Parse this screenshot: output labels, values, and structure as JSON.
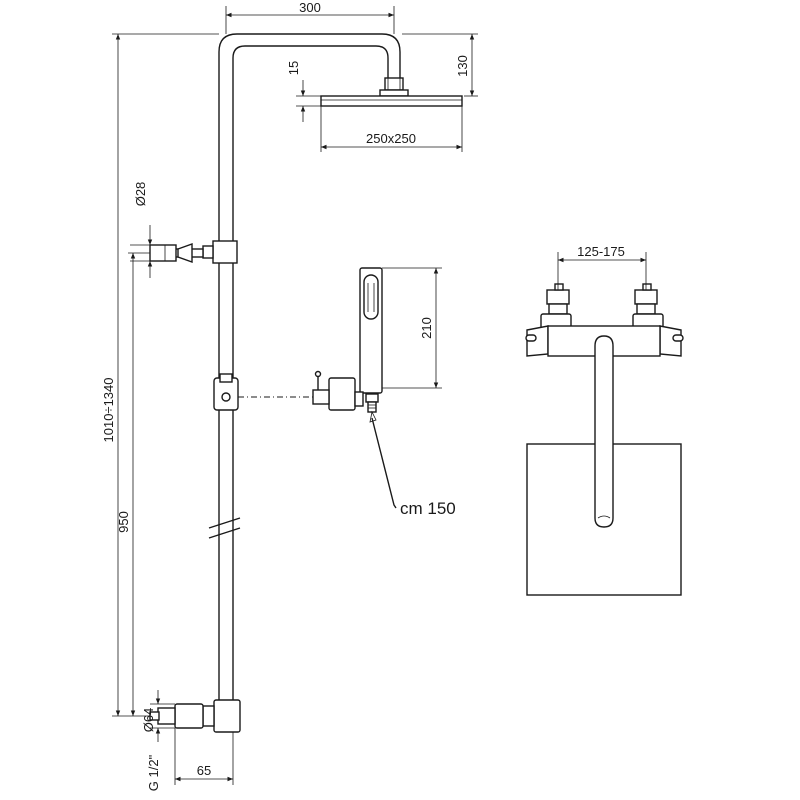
{
  "dimensions": {
    "arm_width": "300",
    "head_offset_height": "130",
    "head_thickness": "15",
    "head_size": "250x250",
    "bar_diameter": "Ø28",
    "total_height": "1010÷1340",
    "bracket_height": "950",
    "handshower_length": "210",
    "hose_length": "cm 150",
    "connector_diameter": "Ø64",
    "connector_depth": "65",
    "thread_size": "G 1/2\"",
    "center_distance": "125-175"
  }
}
